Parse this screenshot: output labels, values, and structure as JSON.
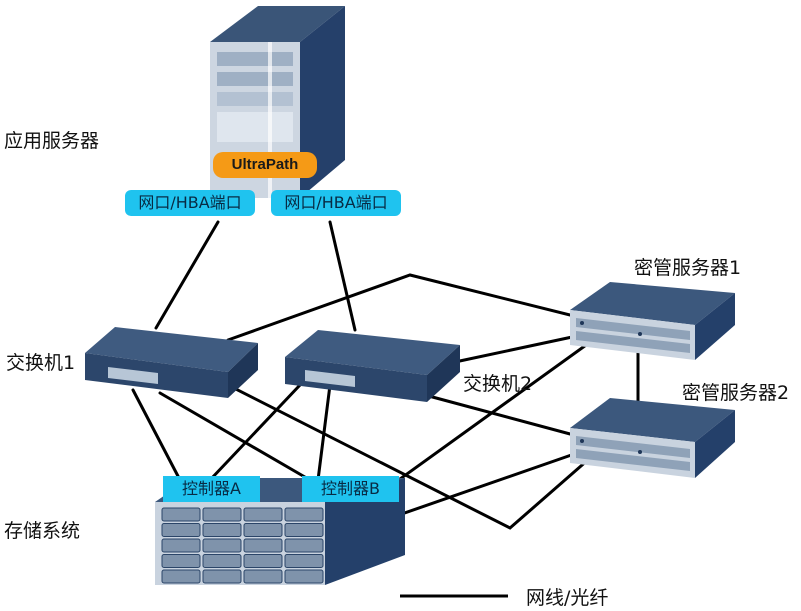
{
  "labels": {
    "app_server": "应用服务器",
    "switch1": "交换机1",
    "switch2": "交换机2",
    "km_server1": "密管服务器1",
    "km_server2": "密管服务器2",
    "storage": "存储系统",
    "legend": "网线/光纤"
  },
  "ports": {
    "port_left": "网口/HBA端口",
    "port_right": "网口/HBA端口",
    "multipath": "UltraPath"
  },
  "controllers": {
    "a": "控制器A",
    "b": "控制器B"
  },
  "colors": {
    "port_tag": "#1fc3ef",
    "multipath_pill": "#f59a16",
    "device_dark": "#2f4a6f",
    "device_front": "#c9d3df",
    "line": "#000000"
  }
}
